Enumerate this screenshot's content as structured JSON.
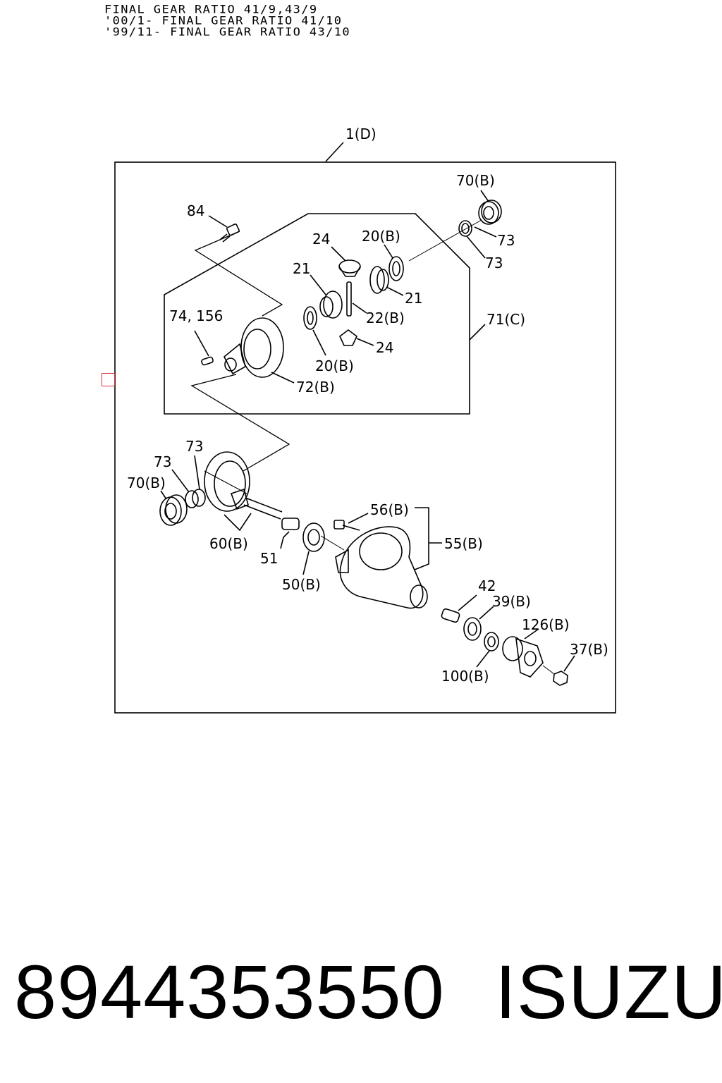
{
  "header": {
    "lines": [
      "FINAL GEAR RATIO 41/9,43/9",
      "'00/1- FINAL GEAR RATIO 41/10",
      "'99/11- FINAL GEAR RATIO 43/10"
    ]
  },
  "callouts": {
    "assembly": "1(D)",
    "bearing_top": "70(B)",
    "washer_top_1": "73",
    "washer_top_2": "73",
    "bolt": "84",
    "pinion_gear_top": "24",
    "thrust_washer_top": "20(B)",
    "side_gear_left": "21",
    "side_gear_right": "21",
    "pinion_shaft": "22(B)",
    "case_kit": "71(C)",
    "pin": "74, 156",
    "pinion_gear_bottom": "24",
    "thrust_washer_bottom": "20(B)",
    "diff_case": "72(B)",
    "washer_left_upper": "73",
    "washer_left_lower": "73",
    "bearing_left": "70(B)",
    "ring_pinion_set": "60(B)",
    "spacer": "51",
    "pinion_bearing": "50(B)",
    "carrier_bolt": "56(B)",
    "carrier": "55(B)",
    "collapsible_spacer": "42",
    "outer_bearing": "39(B)",
    "oil_seal": "100(B)",
    "flange": "126(B)",
    "nut": "37(B)"
  },
  "footer": {
    "part_number": "8944353550",
    "brand": "ISUZU"
  },
  "colors": {
    "line": "#000000",
    "marker": "#d9303a"
  }
}
